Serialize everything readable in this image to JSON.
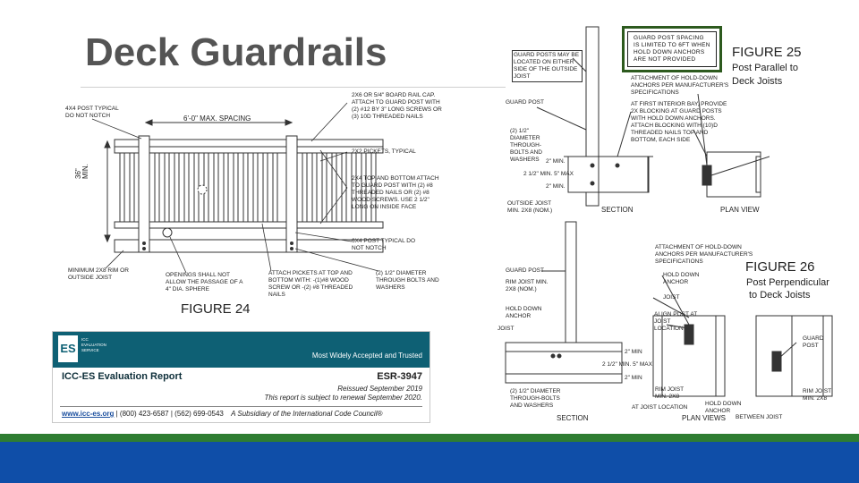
{
  "slide": {
    "title": "Deck Guardrails"
  },
  "figure24": {
    "label": "FIGURE 24",
    "post_typical_do_not_notch": "4x4 POST TYPICAL DO NOT NOTCH",
    "spacing": "6'-0\" MAX. SPACING",
    "height": "36\" MIN.",
    "board_rail_cap": "2x6 OR 5/4\" BOARD RAIL CAP. ATTACH TO GUARD POST WITH (2) #12 BY 3\" LONG SCREWS OR (3) 10d THREADED NAILS",
    "pickets_typical": "2x2 PICKETS, TYPICAL",
    "top_bottom_attach": "2x4 TOP AND BOTTOM ATTACH TO GUARD POST WITH (2) #8 THREADED NAILS OR (2) #8 WOOD SCREWS. USE 2 1/2\" LONG ON INSIDE FACE",
    "post_6x4_typical": "6x4 POST TYPICAL DO NOT NOTCH",
    "min_rim": "MINIMUM 2x8 RIM OR OUTSIDE JOIST",
    "openings": "OPENINGS SHALL NOT ALLOW THE PASSAGE OF A 4\" DIA. SPHERE",
    "attach_pickets": "ATTACH PICKETS AT TOP AND BOTTOM WITH: -(1)#8 WOOD SCREW OR -(2) #8 THREADED NAILS",
    "through_bolts": "(2) 1/2\" DIAMETER THROUGH BOLTS AND WASHERS"
  },
  "figure25": {
    "label": "FIGURE 25",
    "caption": "Post Parallel to Deck Joists",
    "callout": "GUARD POST SPACING IS LIMITED TO 6FT WHEN HOLD DOWN ANCHORS ARE NOT PROVIDED",
    "guard_posts_note": "GUARD POSTS MAY BE LOCATED ON EITHER SIDE OF THE OUTSIDE JOIST",
    "attachment_note": "ATTACHMENT OF HOLD-DOWN ANCHORS PER MANUFACTURER'S SPECIFICATIONS",
    "guard_post": "GUARD POST",
    "first_interior_bay": "AT FIRST INTERIOR BAY, PROVIDE 2x BLOCKING AT GUARD POSTS WITH HOLD DOWN ANCHORS. ATTACH BLOCKING WITH (10)d THREADED NAILS TOP AND BOTTOM, EACH SIDE",
    "bolts": "(2) 1/2\" DIAMETER THROUGH-BOLTS AND WASHERS",
    "dim_2_min": "2\" MIN.",
    "dim_max": "2 1/2\" MIN. 5\" MAX",
    "dim_2_min_b": "2\" MIN.",
    "outside_joist": "OUTSIDE JOIST MIN. 2x8 (NOM.)",
    "section": "SECTION",
    "plan_view": "PLAN VIEW"
  },
  "figure26": {
    "label": "FIGURE 26",
    "caption_line1": "Post Perpendicular",
    "caption_line2": "to Deck Joists",
    "attachment_note": "ATTACHMENT OF HOLD-DOWN ANCHORS PER MANUFACTURER'S SPECIFICATIONS",
    "guard_post": "GUARD POST",
    "rim_joist": "RIM JOIST MIN. 2x8 (NOM.)",
    "hold_down_anchor": "HOLD DOWN ANCHOR",
    "joist": "JOIST",
    "align_post": "ALIGN POST AT JOIST LOCATION",
    "hold_down_anchor_b": "HOLD DOWN ANCHOR",
    "dim_2_min": "2\" MIN",
    "dim_max": "2 1/2\" MIN. 5\" MAX",
    "dim_2_min_b": "2\" MIN",
    "bolts": "(2) 1/2\" DIAMETER THROUGH-BOLTS AND WASHERS",
    "rim_joist_b": "RIM JOIST MIN. 2x8",
    "at_joist_location": "AT JOIST LOCATION",
    "between_joist": "BETWEEN JOIST",
    "guard_post_b": "GUARD POST",
    "rim_joist_c": "RIM JOIST MIN. 2x8",
    "joist_b": "JOIST",
    "section": "SECTION",
    "plan_views": "PLAN VIEWS"
  },
  "report": {
    "logo": "ES",
    "logo_side": "ICC EVALUATION SERVICE",
    "tagline": "Most Widely Accepted and Trusted",
    "title": "ICC-ES Evaluation Report",
    "number": "ESR-3947",
    "reissued": "Reissued September 2019",
    "renewal": "This report is subject to renewal September 2020.",
    "url": "www.icc-es.org",
    "phones": "| (800) 423-6587 | (562) 699-0543",
    "subsidiary": "A Subsidiary of the International Code Council®"
  },
  "colors": {
    "title": "#545454",
    "callout_border": "#2d5a1e",
    "report_header": "#0e6074",
    "green_band": "#2e7d32",
    "blue_band": "#0f4ea8"
  }
}
